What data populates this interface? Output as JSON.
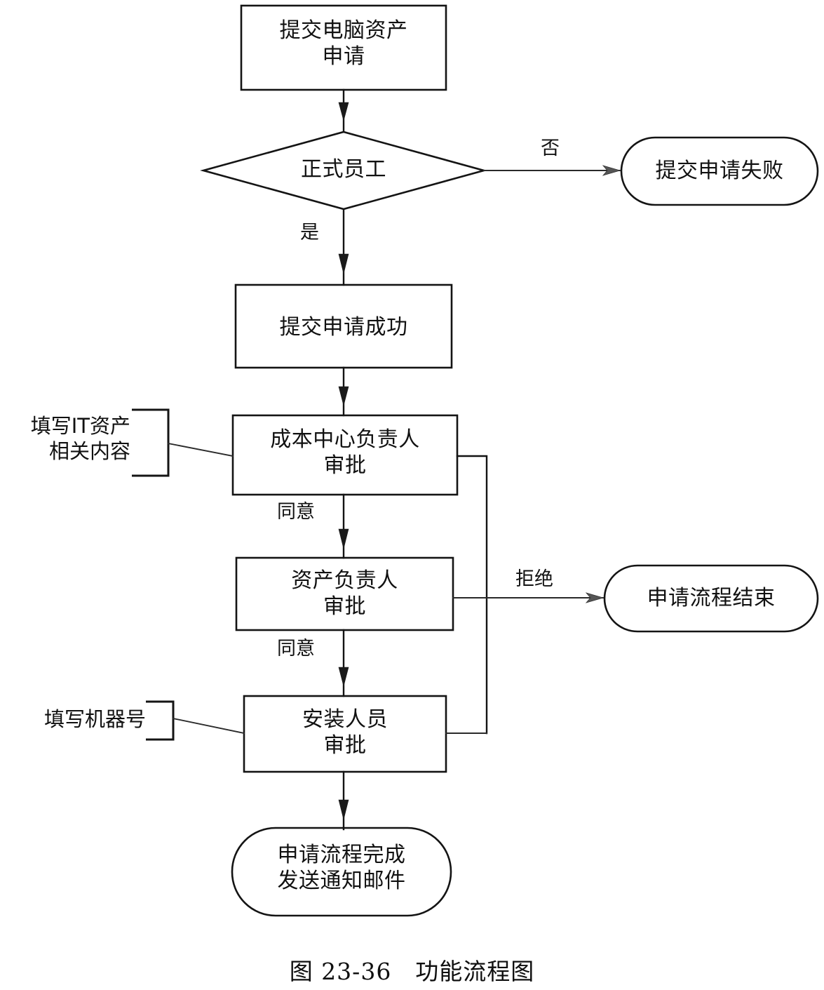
{
  "figure": {
    "caption": "图 23-36　功能流程图",
    "background_color": "#ffffff",
    "ink_color": "#111111"
  },
  "nodes": {
    "submit_request": {
      "label": "提交电脑资产\n申请",
      "shape": "rectangle"
    },
    "is_formal_employee": {
      "label": "正式员工",
      "shape": "diamond"
    },
    "submit_failed": {
      "label": "提交申请失败",
      "shape": "rounded"
    },
    "submit_success": {
      "label": "提交申请成功",
      "shape": "rectangle"
    },
    "cost_center_approval": {
      "label": "成本中心负责人\n审批",
      "shape": "rectangle"
    },
    "asset_owner_approval": {
      "label": "资产负责人\n审批",
      "shape": "rectangle"
    },
    "installer_approval": {
      "label": "安装人员\n审批",
      "shape": "rectangle"
    },
    "process_end": {
      "label": "申请流程结束",
      "shape": "rounded"
    },
    "process_complete": {
      "label": "申请流程完成\n发送通知邮件",
      "shape": "rounded"
    }
  },
  "edge_labels": {
    "no": "否",
    "yes": "是",
    "agree_1": "同意",
    "agree_2": "同意",
    "reject": "拒绝"
  },
  "annotations": {
    "fill_it_asset": "填写IT资产\n相关内容",
    "fill_machine_no": "填写机器号"
  }
}
